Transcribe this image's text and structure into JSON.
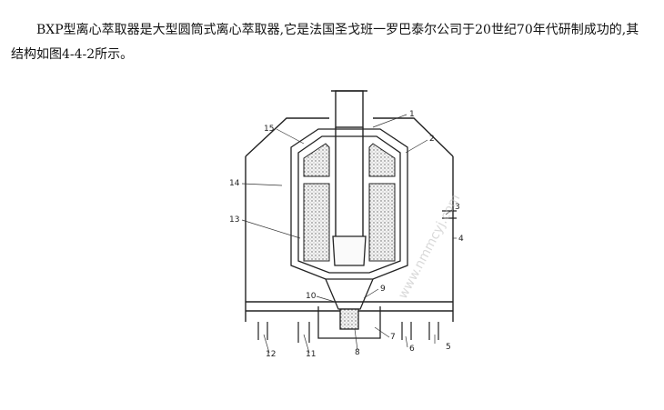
{
  "document": {
    "paragraph": "BXP型离心萃取器是大型圆筒式离心萃取器,它是法国圣戈班一罗巴泰尔公司于20世纪70年代研制成功的,其结构如图4-4-2所示。"
  },
  "figure": {
    "callouts": [
      "1",
      "2",
      "3",
      "4",
      "5",
      "6",
      "7",
      "8",
      "9",
      "10",
      "11",
      "12",
      "13",
      "14",
      "15"
    ],
    "watermark": "www.nmmcyj.com"
  }
}
